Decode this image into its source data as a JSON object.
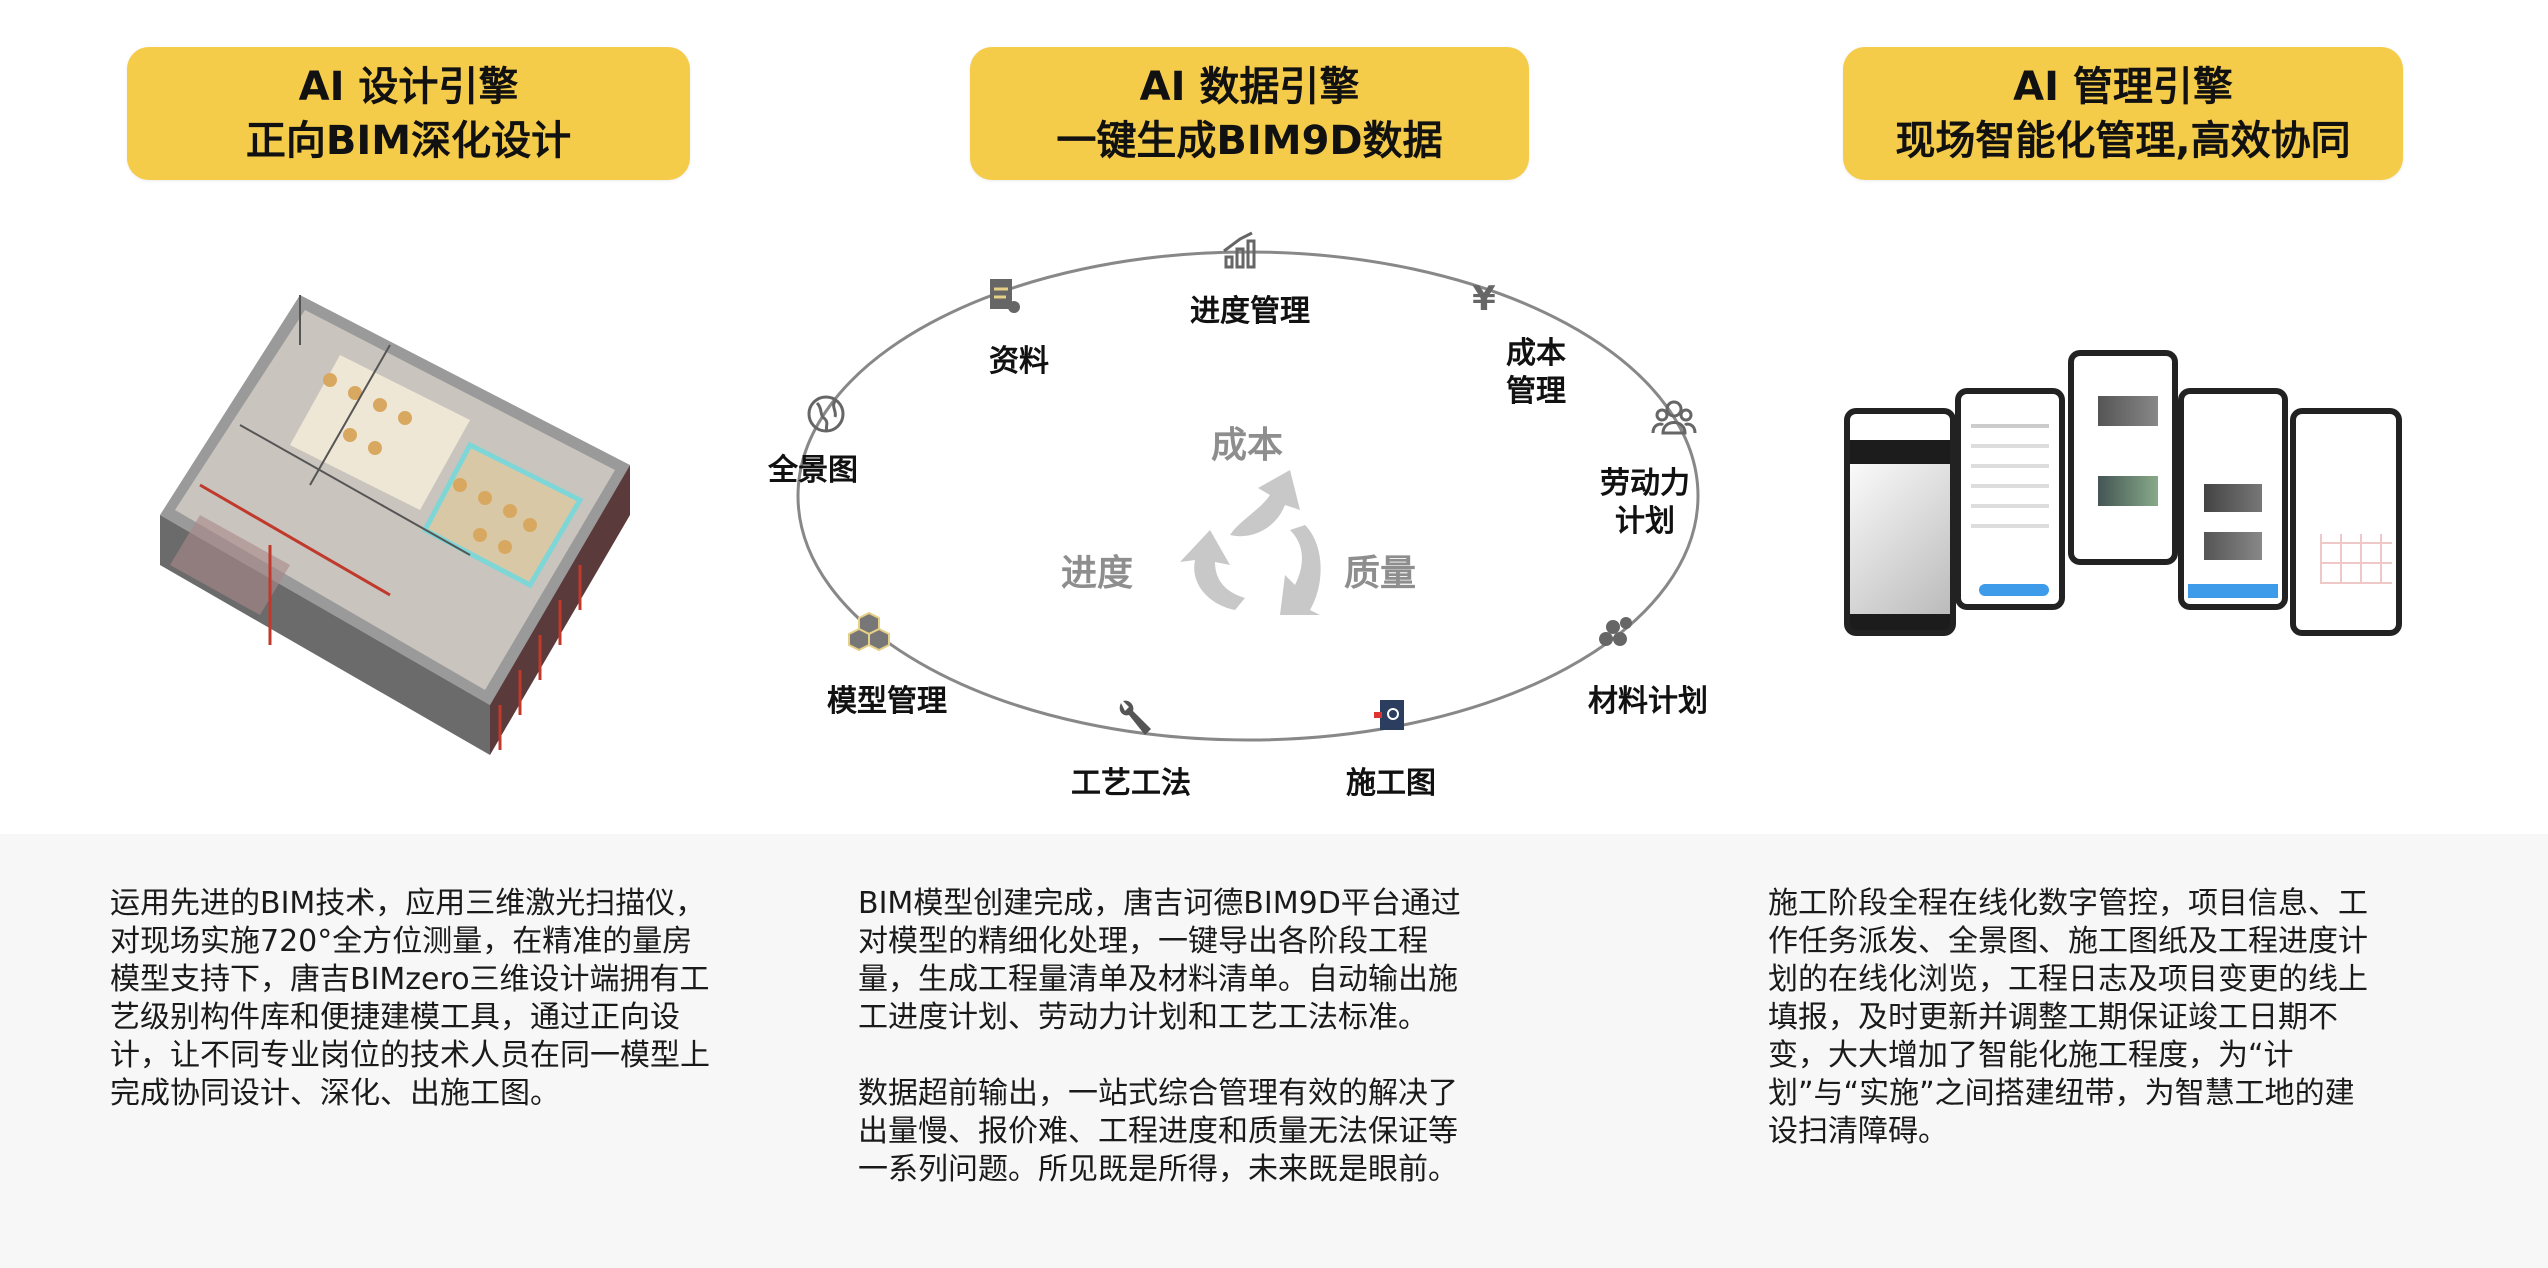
{
  "headers": [
    {
      "line1": "AI 设计引擎",
      "line2": "正向BIM深化设计"
    },
    {
      "line1": "AI 数据引擎",
      "line2": "一键生成BIM9D数据"
    },
    {
      "line1": "AI 管理引擎",
      "line2": "现场智能化管理,高效协同"
    }
  ],
  "diagram": {
    "center": {
      "top": "成本",
      "left": "进度",
      "right": "质量"
    },
    "nodes": [
      {
        "label": "进度管理",
        "icon": "bar-chart-icon"
      },
      {
        "label": "资料",
        "icon": "document-icon"
      },
      {
        "label": "成本管理",
        "icon": "yen-icon"
      },
      {
        "label": "全景图",
        "icon": "globe-icon"
      },
      {
        "label": "劳动力计划",
        "icon": "people-icon"
      },
      {
        "label": "模型管理",
        "icon": "cubes-icon"
      },
      {
        "label": "材料计划",
        "icon": "pipes-icon"
      },
      {
        "label": "工艺工法",
        "icon": "wrench-icon"
      },
      {
        "label": "施工图",
        "icon": "blueprint-icon"
      }
    ]
  },
  "descriptions": {
    "col1": [
      "运用先进的BIM技术，应用三维激光扫描仪，对现场实施720°全方位测量，在精准的量房模型支持下，唐吉BIMzero三维设计端拥有工艺级别构件库和便捷建模工具，通过正向设计，让不同专业岗位的技术人员在同一模型上完成协同设计、深化、出施工图。"
    ],
    "col2": [
      "BIM模型创建完成，唐吉诃德BIM9D平台通过对模型的精细化处理，一键导出各阶段工程量，生成工程量清单及材料清单。自动输出施工进度计划、劳动力计划和工艺工法标准。",
      "数据超前输出，一站式综合管理有效的解决了出量慢、报价难、工程进度和质量无法保证等一系列问题。所见既是所得，未来既是眼前。"
    ],
    "col3": [
      "施工阶段全程在线化数字管控，项目信息、工作任务派发、全景图、施工图纸及工程进度计划的在线化浏览，工程日志及项目变更的线上填报，及时更新并调整工期保证竣工日期不变，大大增加了智能化施工程度，为“计划”与“实施”之间搭建纽带，为智慧工地的建设扫清障碍。"
    ]
  },
  "colors": {
    "accent": "#F5CC4A",
    "hex_fill": "#E6CF86",
    "bottom_bg": "#F7F7F7"
  }
}
